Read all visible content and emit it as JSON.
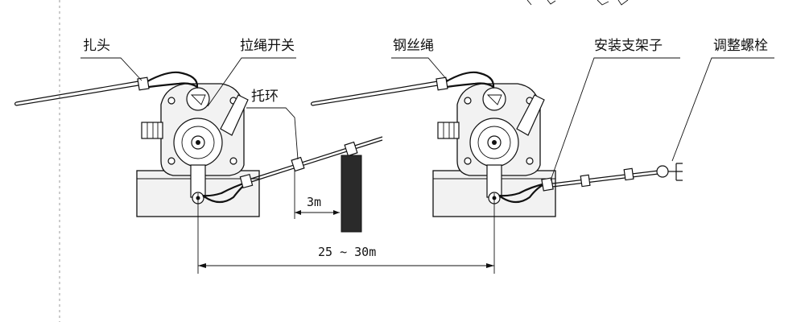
{
  "labels": {
    "clamp_head": "扎头",
    "pull_switch": "拉绳开关",
    "support_ring": "托环",
    "wire_rope": "钢丝绳",
    "bracket": "安装支架子",
    "adjust_bolt": "调整螺栓"
  },
  "dimensions": {
    "gap": "3m",
    "span": "25 ~ 30m"
  },
  "colors": {
    "line": "#111111",
    "post": "#2a2a2a"
  }
}
